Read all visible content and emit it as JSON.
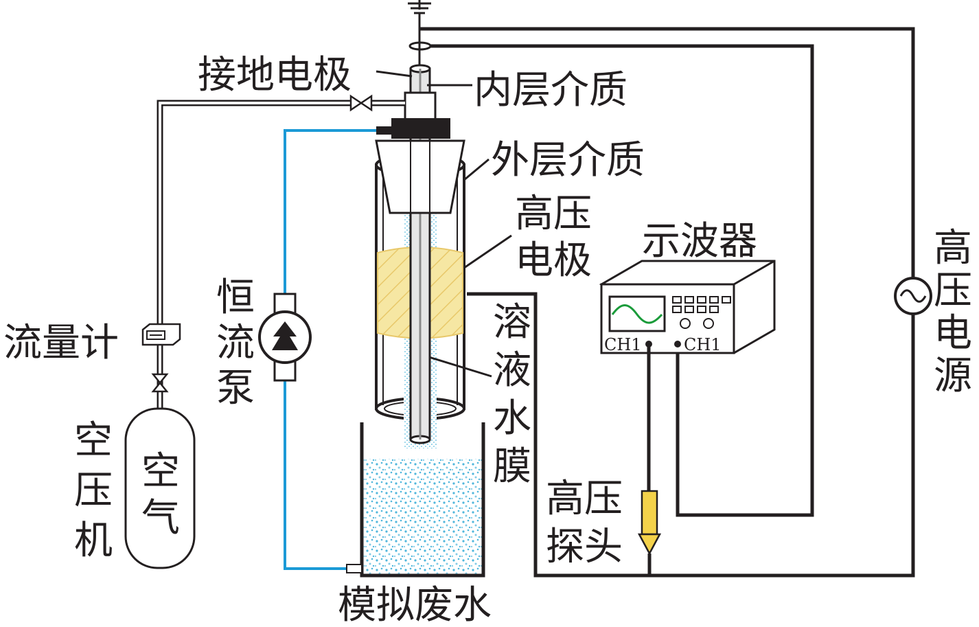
{
  "labels": {
    "ground_electrode": "接地电极",
    "inner_dielectric": "内层介质",
    "outer_dielectric": "外层介质",
    "hv_electrode": [
      "高压",
      "电极"
    ],
    "oscilloscope": "示波器",
    "hv_power": [
      "高",
      "压",
      "电",
      "源"
    ],
    "pump": [
      "恒",
      "流",
      "泵"
    ],
    "flowmeter": "流量计",
    "compressor": [
      "空",
      "压",
      "机"
    ],
    "air": [
      "空",
      "气"
    ],
    "water_film": [
      "溶",
      "液",
      "水",
      "膜"
    ],
    "hv_probe": [
      "高压",
      "探头"
    ],
    "wastewater": "模拟废水",
    "ch1_left": "CH1",
    "ch1_right": "CH1"
  },
  "colors": {
    "line": "#231f20",
    "water_pipe": "#1b9ad6",
    "electrode": "#f3e08a",
    "probe": "#f4d24a",
    "water": "#4fb6dc",
    "dielectric": "#e6e6e6",
    "scope_wave": "#1a9b3a"
  },
  "icons": [
    "ground-icon",
    "valve-icon",
    "ac-source-icon",
    "pump-icon",
    "probe-icon"
  ]
}
